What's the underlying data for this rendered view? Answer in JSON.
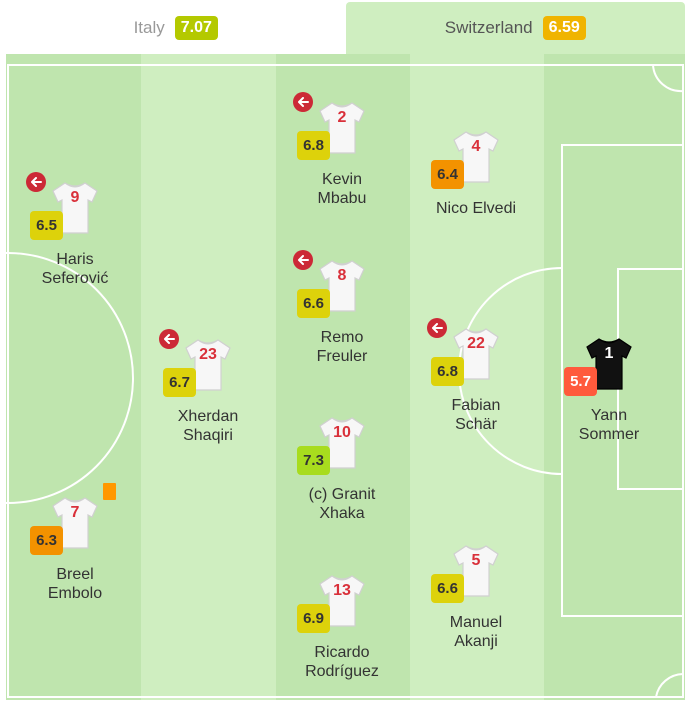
{
  "tabs": {
    "home": {
      "label": "Italy",
      "rating": "7.07",
      "rating_color": "#b4c900"
    },
    "away": {
      "label": "Switzerland",
      "rating": "6.59",
      "rating_color": "#f0b400"
    }
  },
  "colors": {
    "pitch_light": "#cfeec0",
    "pitch_dark": "#bfe5ae",
    "rating_low": "#ff5a3c",
    "rating_mid_low": "#f39200",
    "rating_mid": "#ddd20b",
    "rating_good": "#a8dc1e",
    "sub_icon": "#cc2936",
    "yellow_card": "#ff9800"
  },
  "players": [
    {
      "id": "seferovic",
      "number": "9",
      "rating": "6.5",
      "name_line1": "Haris",
      "name_line2": "Seferović",
      "subbed": true,
      "yellow_card": false
    },
    {
      "id": "embolo",
      "number": "7",
      "rating": "6.3",
      "name_line1": "Breel",
      "name_line2": "Embolo",
      "subbed": false,
      "yellow_card": true
    },
    {
      "id": "shaqiri",
      "number": "23",
      "rating": "6.7",
      "name_line1": "Xherdan",
      "name_line2": "Shaqiri",
      "subbed": true,
      "yellow_card": false
    },
    {
      "id": "mbabu",
      "number": "2",
      "rating": "6.8",
      "name_line1": "Kevin",
      "name_line2": "Mbabu",
      "subbed": true,
      "yellow_card": false
    },
    {
      "id": "freuler",
      "number": "8",
      "rating": "6.6",
      "name_line1": "Remo",
      "name_line2": "Freuler",
      "subbed": true,
      "yellow_card": false
    },
    {
      "id": "xhaka",
      "number": "10",
      "rating": "7.3",
      "name_line1": "(c) Granit",
      "name_line2": "Xhaka",
      "subbed": false,
      "yellow_card": false
    },
    {
      "id": "rodriguez",
      "number": "13",
      "rating": "6.9",
      "name_line1": "Ricardo",
      "name_line2": "Rodríguez",
      "subbed": false,
      "yellow_card": false
    },
    {
      "id": "elvedi",
      "number": "4",
      "rating": "6.4",
      "name_line1": "Nico Elvedi",
      "name_line2": "",
      "subbed": false,
      "yellow_card": false
    },
    {
      "id": "schar",
      "number": "22",
      "rating": "6.8",
      "name_line1": "Fabian",
      "name_line2": "Schär",
      "subbed": true,
      "yellow_card": false
    },
    {
      "id": "akanji",
      "number": "5",
      "rating": "6.6",
      "name_line1": "Manuel",
      "name_line2": "Akanji",
      "subbed": false,
      "yellow_card": false
    },
    {
      "id": "sommer",
      "number": "1",
      "rating": "5.7",
      "name_line1": "Yann",
      "name_line2": "Sommer",
      "subbed": false,
      "yellow_card": false,
      "goalkeeper": true
    }
  ]
}
